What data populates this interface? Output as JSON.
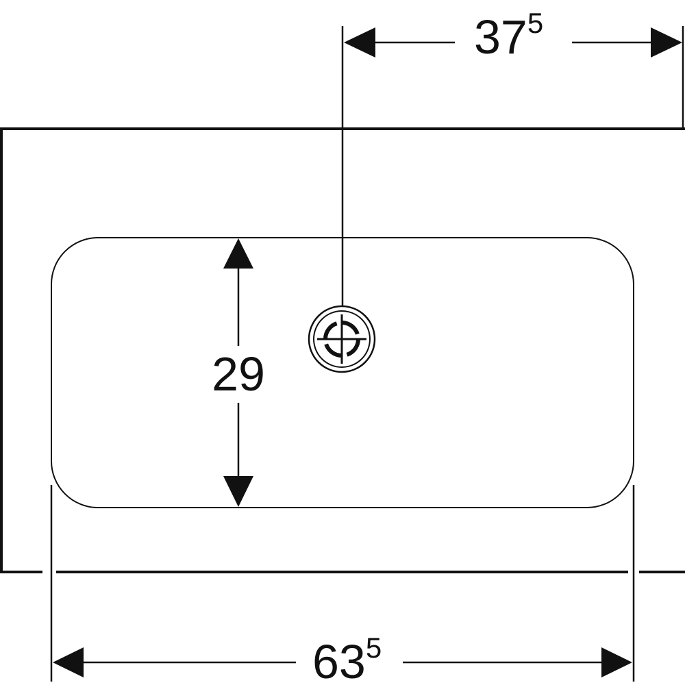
{
  "dimensions": {
    "drain_offset": {
      "main": "37",
      "sup": "5"
    },
    "basin_depth": {
      "main": "29"
    },
    "basin_width": {
      "main": "63",
      "sup": "5"
    }
  },
  "icons": {
    "drain": "drain-icon"
  },
  "colors": {
    "line": "#111111",
    "background": "#ffffff"
  }
}
